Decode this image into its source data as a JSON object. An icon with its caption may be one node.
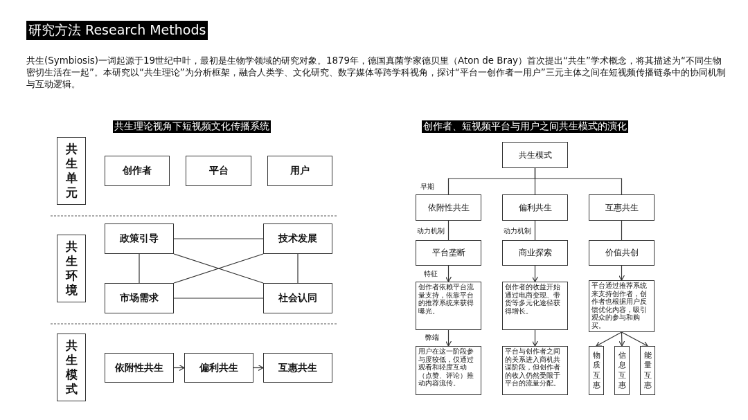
{
  "diagram": {
    "title": "研究方法 Research Methods",
    "nodes": [
      {
        "text": [
          "共生单元"
        ]
      },
      {
        "text": [
          "创作者"
        ]
      },
      {
        "text": [
          "平台"
        ]
      },
      {
        "text": [
          "用户"
        ]
      },
      {
        "text": [
          "共生环境"
        ]
      },
      {
        "text": [
          "政策引导"
        ]
      },
      {
        "text": [
          "技术发展"
        ]
      },
      {
        "text": [
          "市场需求"
        ]
      },
      {
        "text": [
          "社会认同"
        ]
      },
      {
        "text": [
          "共生模式"
        ]
      },
      {
        "text": [
          "依附性共生"
        ]
      },
      {
        "text": [
          "偏利共生"
        ]
      },
      {
        "text": [
          "互惠共生"
        ]
      },
      {
        "text": [
          "共生模式"
        ]
      },
      {
        "text": [
          "依附性共生"
        ]
      },
      {
        "text": [
          "偏利共生"
        ]
      },
      {
        "text": [
          "互惠共生"
        ]
      },
      {
        "text": [
          "平台垄断"
        ]
      },
      {
        "text": [
          "商业探索"
        ]
      },
      {
        "text": [
          "价值共创"
        ]
      },
      {
        "text": [
          "创作者依赖平台流量支持，依靠平台的推荐系统来获得曝光。"
        ]
      },
      {
        "text": [
          "创作者的收益开始通过电商变现、带货等多元化途径获得增长。"
        ]
      },
      {
        "text": [
          "平台通过推荐系统来支持创作者，创作者也根据用户反馈优化内容，吸引观众的参与和购买。"
        ]
      },
      {
        "text": [
          "用户在这一阶段参与度较低，仅通过观看和轻度互动（点赞、评论）推动内容流传。"
        ]
      },
      {
        "text": [
          "平台与创作者之间的关系进入商机共谋阶段，但创作者的收入仍然受限于平台的流量分配。"
        ]
      },
      {
        "text": [
          "物质互惠"
        ]
      },
      {
        "text": [
          "信息互惠"
        ]
      },
      {
        "text": [
          "能量互惠"
        ]
      }
    ],
    "edges": [
      {
        "from": 5,
        "to": 6,
        "arrow": "none"
      },
      {
        "from": 5,
        "to": 7,
        "arrow": "none"
      },
      {
        "from": 5,
        "to": 8,
        "arrow": "none"
      },
      {
        "from": 6,
        "to": 7,
        "arrow": "none"
      },
      {
        "from": 6,
        "to": 8,
        "arrow": "none"
      },
      {
        "from": 7,
        "to": 8,
        "arrow": "none"
      },
      {
        "from": 10,
        "to": 11,
        "arrow": "to"
      },
      {
        "from": 11,
        "to": 12,
        "arrow": "to"
      },
      {
        "from": 13,
        "to": 14,
        "arrow": "none",
        "label": "早期"
      },
      {
        "from": 13,
        "to": 15,
        "arrow": "none"
      },
      {
        "from": 13,
        "to": 16,
        "arrow": "none"
      },
      {
        "from": 14,
        "to": 17,
        "arrow": "none",
        "label": "动力机制"
      },
      {
        "from": 15,
        "to": 18,
        "arrow": "none",
        "label": "动力机制"
      },
      {
        "from": 16,
        "to": 19,
        "arrow": "none"
      },
      {
        "from": 17,
        "to": 20,
        "arrow": "to",
        "label": "特征"
      },
      {
        "from": 18,
        "to": 21,
        "arrow": "to"
      },
      {
        "from": 19,
        "to": 22,
        "arrow": "to"
      },
      {
        "from": 20,
        "to": 23,
        "arrow": "to",
        "label": "弊端"
      },
      {
        "from": 21,
        "to": 24,
        "arrow": "to"
      },
      {
        "from": 22,
        "to": 25,
        "arrow": "to"
      },
      {
        "from": 22,
        "to": 26,
        "arrow": "to"
      },
      {
        "from": 22,
        "to": 27,
        "arrow": "to"
      }
    ],
    "labels": [
      "共生(Symbiosis)一词起源于19世纪中叶，最初是生物学领域的研究对象。1879年，德国真菌学家德贝里（Aton de Bray）首次提出“共生”学术概念，将其描述为“不同生物密切生活在一起”。本研究以“共生理论”为分析框架，融合人类学、文化研究、数字媒体等跨学科视角，探讨“平台一创作者一用户”三元主体之间在短视频传播链条中的协同机制与互动逻辑。",
      "共生理论视角下短视频文化传播系统",
      "创作者、短视频平台与用户之间共生模式的演化"
    ]
  }
}
